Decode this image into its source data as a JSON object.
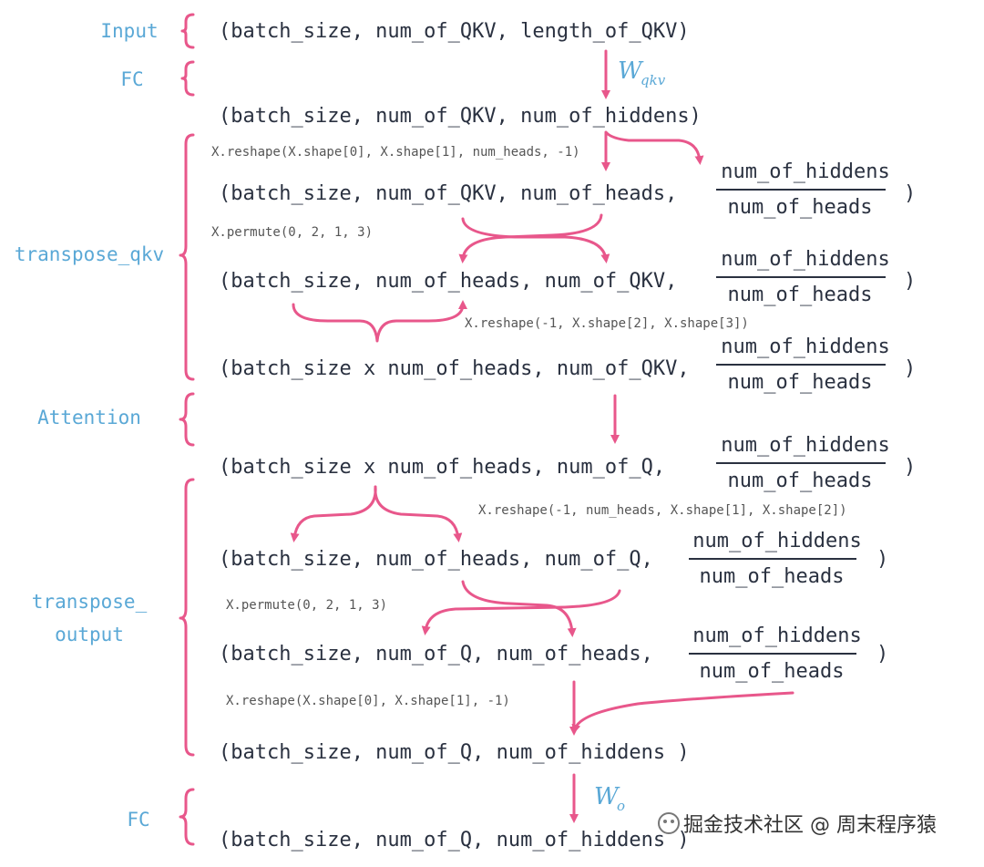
{
  "labels": {
    "input": "Input",
    "fc1": "FC",
    "transpose_qkv": "transpose_qkv",
    "attention": "Attention",
    "transpose_output_1": "transpose_",
    "transpose_output_2": "output",
    "fc2": "FC"
  },
  "shapes": {
    "s1": "(batch_size, num_of_QKV, length_of_QKV)",
    "s2": "(batch_size, num_of_QKV, num_of_hiddens)",
    "s3": "(batch_size, num_of_QKV, num_of_heads,",
    "s4": "(batch_size, num_of_heads, num_of_QKV,",
    "s5": "(batch_size x num_of_heads, num_of_QKV,",
    "s6": "(batch_size x num_of_heads, num_of_Q,",
    "s7": "(batch_size, num_of_heads, num_of_Q,",
    "s8": "(batch_size, num_of_Q, num_of_heads,",
    "s9": "(batch_size, num_of_Q, num_of_hiddens )",
    "s10": "(batch_size, num_of_Q, num_of_hiddens )",
    "close_paren": ")"
  },
  "fraction": {
    "numerator": "num_of_hiddens",
    "denominator": "num_of_heads"
  },
  "ops": {
    "op1": "X.reshape(X.shape[0], X.shape[1], num_heads, -1)",
    "op2": "X.permute(0, 2, 1, 3)",
    "op3": "X.reshape(-1, X.shape[2], X.shape[3])",
    "op4": "X.reshape(-1, num_heads, X.shape[1], X.shape[2])",
    "op5": "X.permute(0, 2, 1, 3)",
    "op6": "X.reshape(X.shape[0], X.shape[1], -1)"
  },
  "weights": {
    "wqkv_base": "W",
    "wqkv_sub": "qkv",
    "wo_base": "W",
    "wo_sub": "o"
  },
  "watermark": "掘金技术社区 @ 周末程序猿",
  "colors": {
    "label": "#5aa8d6",
    "arrow": "#e8578b",
    "text": "#2a3140"
  }
}
